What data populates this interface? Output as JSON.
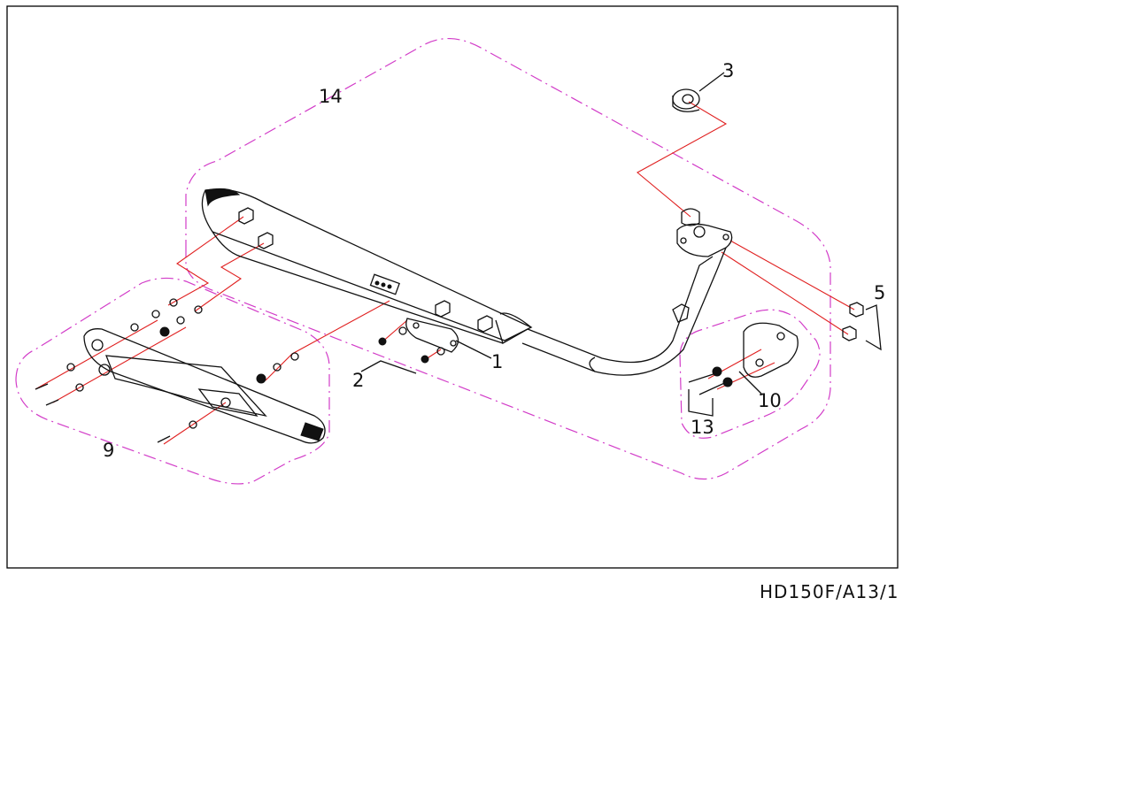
{
  "drawing_code": "HD150F/A13/1",
  "parts": [
    {
      "ref": "1"
    },
    {
      "ref": "2"
    },
    {
      "ref": "3"
    },
    {
      "ref": "5"
    },
    {
      "ref": "9"
    },
    {
      "ref": "10"
    },
    {
      "ref": "13"
    },
    {
      "ref": "14"
    }
  ],
  "colors": {
    "frame": "#000000",
    "assembly_outline": "#d23cc8",
    "leader_lines": "#e02020",
    "ink": "#111111"
  }
}
